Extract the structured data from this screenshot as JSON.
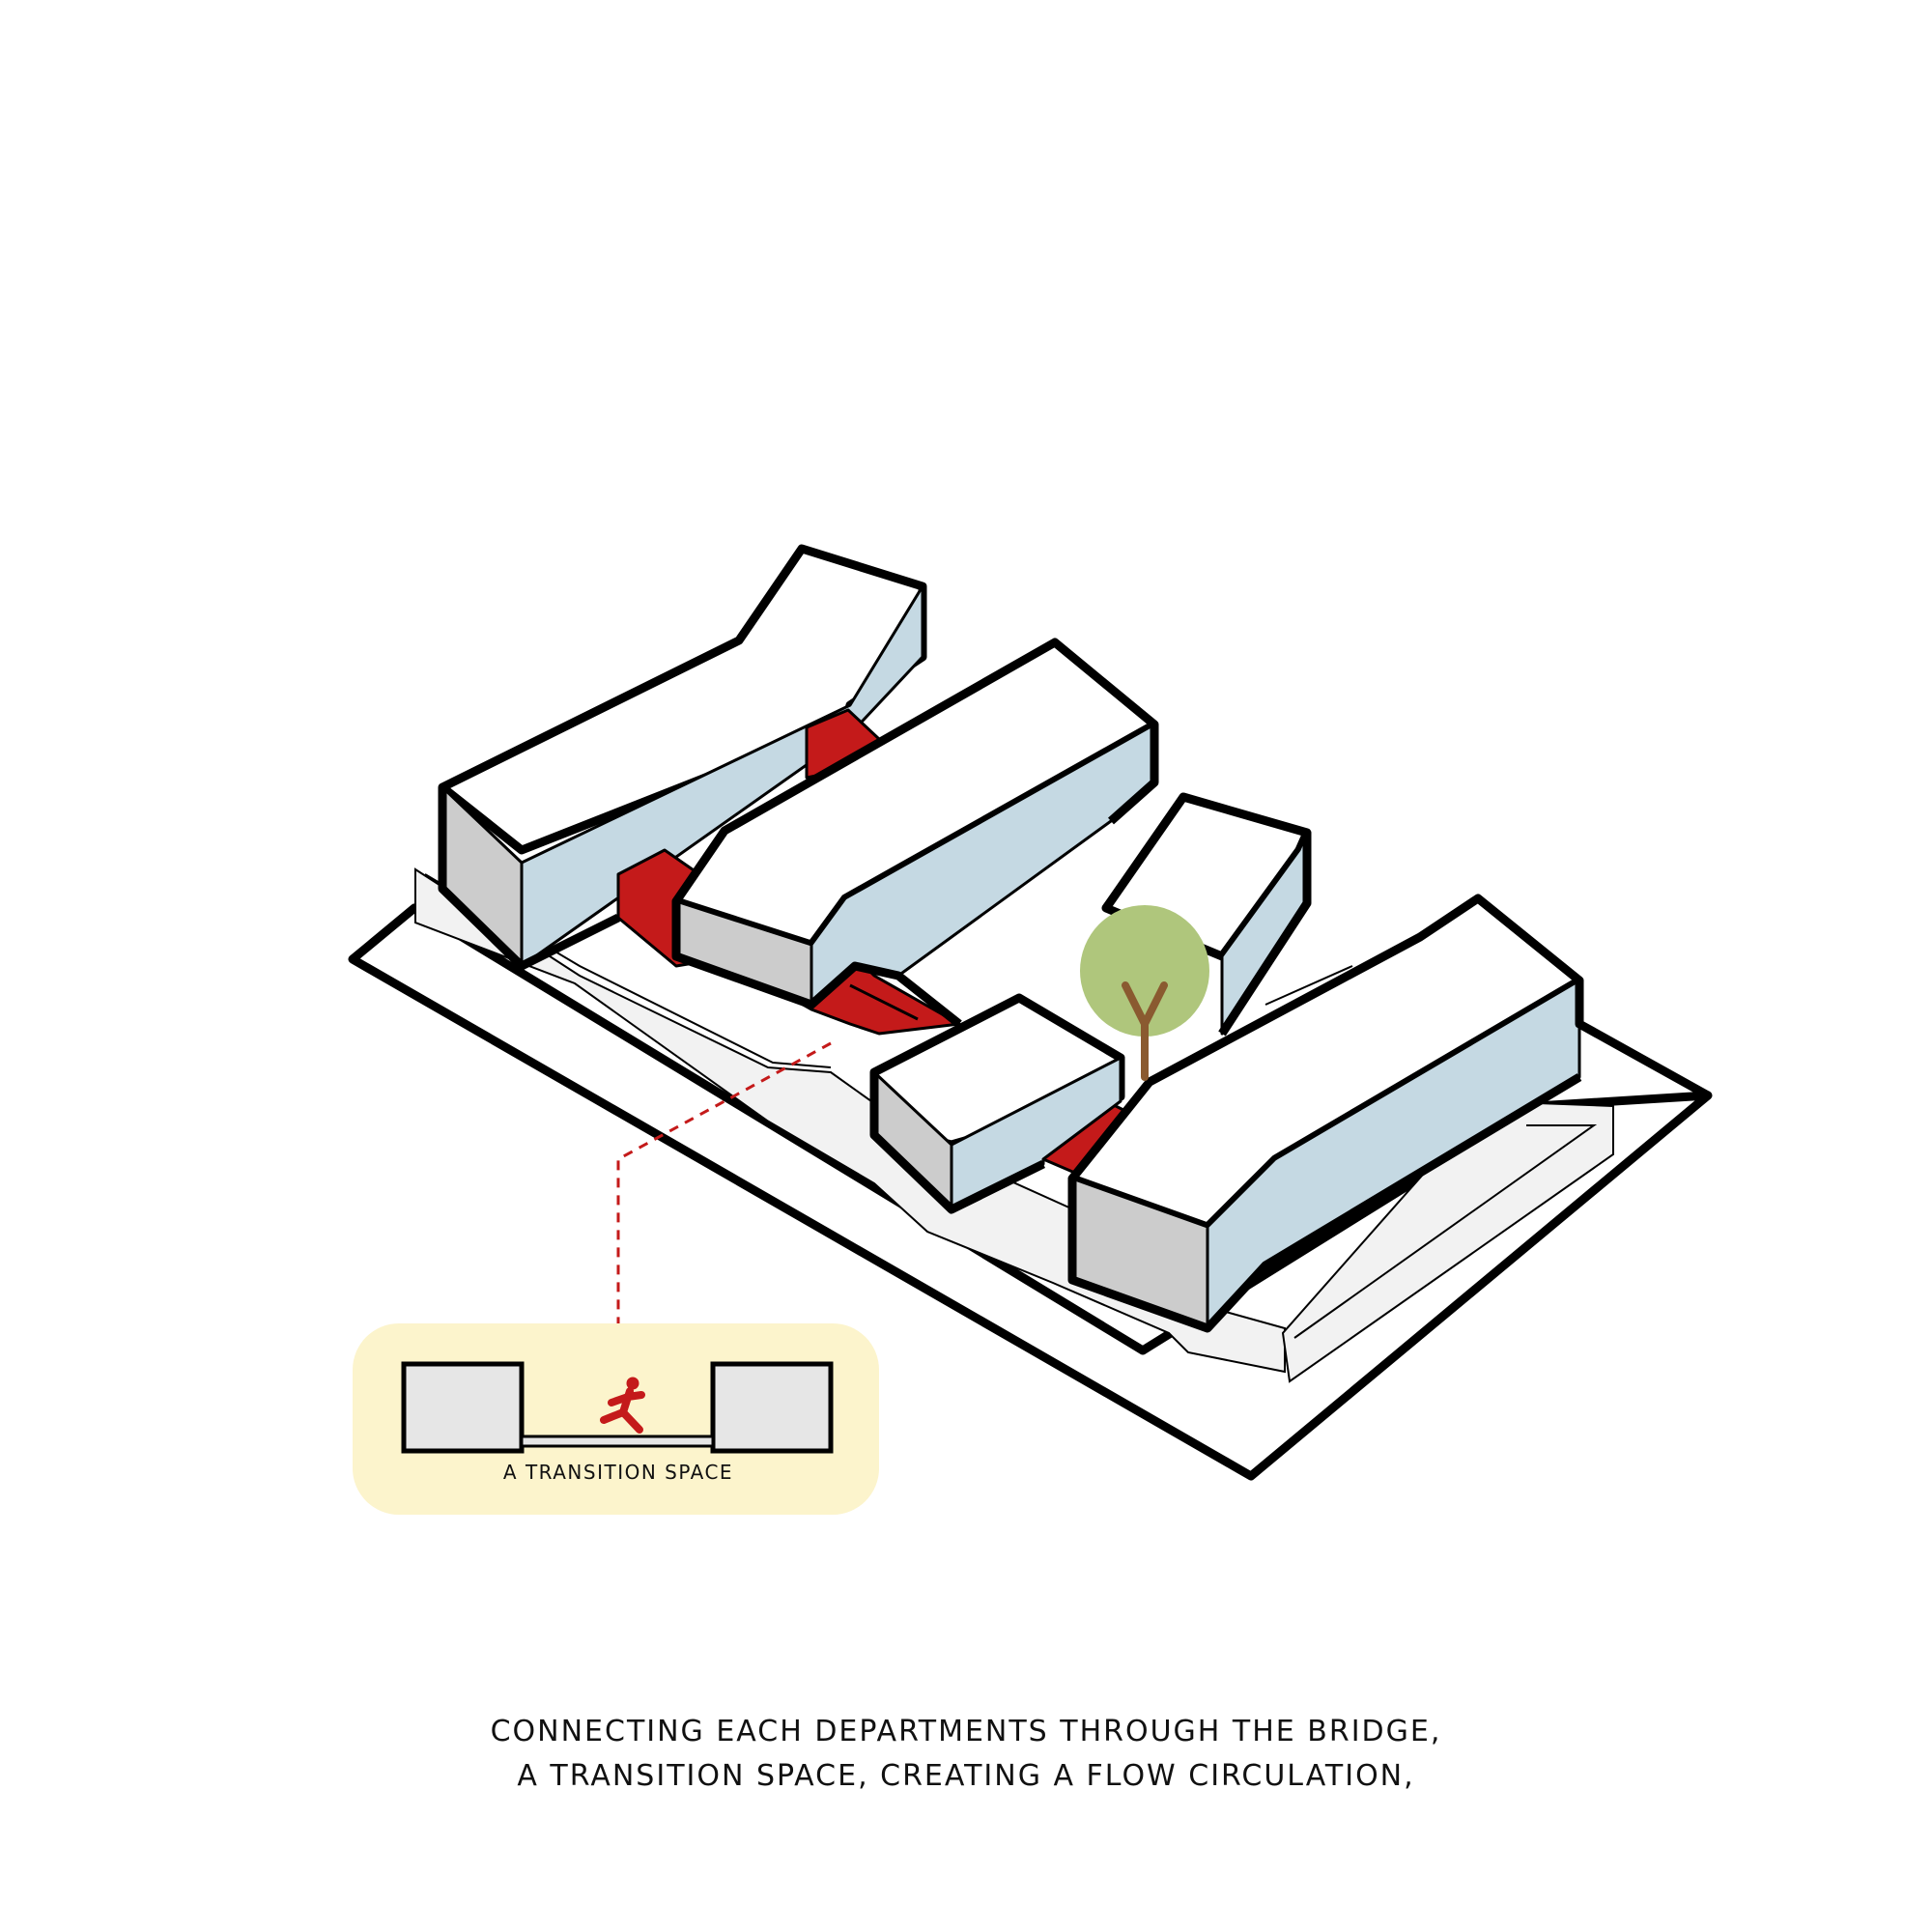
{
  "colors": {
    "outline": "#000000",
    "roof": "#ffffff",
    "side_wall": "#c5d9e3",
    "end_wall": "#cccccc",
    "bridge": "#c41a1a",
    "ground": "#f2f2f2",
    "tree_canopy": "#afc67c",
    "tree_trunk": "#8a5a30",
    "callout_bg": "#fcf4cc",
    "section_block": "#e6e6e6"
  },
  "callout": {
    "label": "A TRANSITION SPACE",
    "figure_icon": "running-person-icon"
  },
  "caption": {
    "line1": "CONNECTING EACH DEPARTMENTS THROUGH THE BRIDGE,",
    "line2": "A TRANSITION SPACE, CREATING A FLOW CIRCULATION,"
  }
}
